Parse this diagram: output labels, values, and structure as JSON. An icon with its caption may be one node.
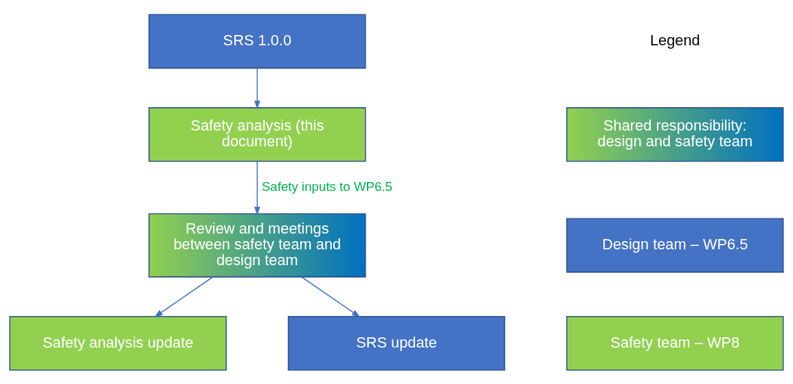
{
  "diagram": {
    "nodes": [
      {
        "text": [
          "SRS 1.0.0"
        ]
      },
      {
        "text": [
          "Safety analysis (this document)"
        ]
      },
      {
        "text": [
          "Review and meetings between safety team and design team"
        ]
      },
      {
        "text": [
          "Safety analysis update"
        ]
      },
      {
        "text": [
          "SRS update"
        ]
      },
      {
        "text": [
          "Shared responsibility: design and safety team"
        ]
      },
      {
        "text": [
          "Design team – WP6.5"
        ]
      },
      {
        "text": [
          "Safety team – WP8"
        ]
      }
    ],
    "edges": [
      {
        "from": 0,
        "to": 1,
        "arrow": "to"
      },
      {
        "from": 1,
        "to": 2,
        "arrow": "to",
        "label": "Safety inputs to WP6.5"
      },
      {
        "from": 2,
        "to": 3,
        "arrow": "to"
      },
      {
        "from": 2,
        "to": 4,
        "arrow": "to"
      }
    ],
    "labels": [
      "Legend"
    ]
  }
}
